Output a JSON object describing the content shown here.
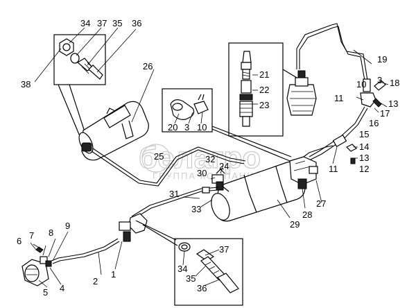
{
  "watermark": {
    "logo_text": "белагро",
    "subtitle": "ГРУППА КОМПАНИЙ"
  },
  "callouts": [
    "1",
    "2",
    "3",
    "4",
    "5",
    "6",
    "7",
    "8",
    "9",
    "10",
    "11",
    "12",
    "13",
    "14",
    "15",
    "16",
    "17",
    "18",
    "19",
    "20",
    "21",
    "22",
    "23",
    "24",
    "25",
    "26",
    "27",
    "28",
    "29",
    "30",
    "31",
    "32",
    "33",
    "34",
    "35",
    "36",
    "37",
    "38"
  ],
  "labels": {
    "box_tl": [
      "34",
      "37",
      "35",
      "36",
      "38"
    ],
    "box_mid": [
      "20",
      "3",
      "10"
    ],
    "box_valve": [
      "21",
      "22",
      "23"
    ],
    "box_bottom": [
      "37",
      "34",
      "35",
      "36"
    ],
    "right": [
      "19",
      "3",
      "10",
      "18",
      "11",
      "13",
      "17",
      "16",
      "15",
      "14",
      "13",
      "12",
      "11"
    ],
    "main": [
      "26",
      "25",
      "32",
      "24",
      "30",
      "31",
      "33",
      "27",
      "28",
      "29",
      "6",
      "7",
      "8",
      "9",
      "5",
      "4",
      "2",
      "1"
    ]
  }
}
